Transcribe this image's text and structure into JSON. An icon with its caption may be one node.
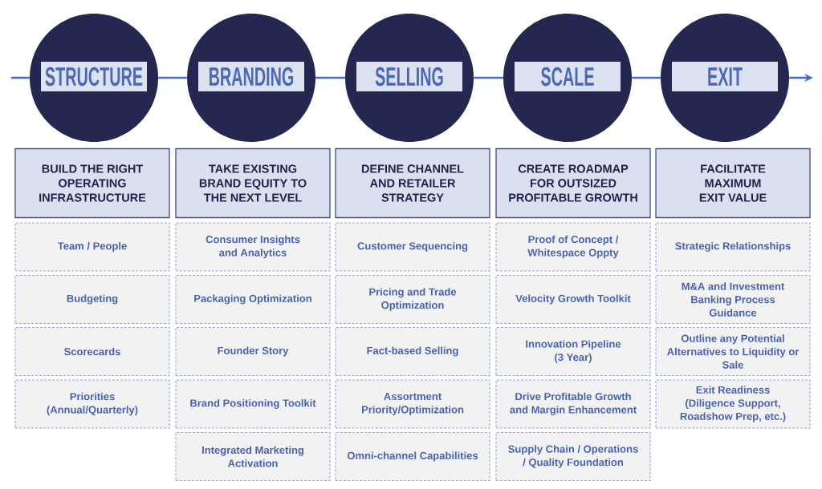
{
  "diagram": {
    "nodes": [
      {
        "text": [],
        "shape": "circle"
      },
      {
        "text": [
          "STRUCTURE"
        ],
        "in": 0
      },
      {
        "text": [],
        "shape": "circle"
      },
      {
        "text": [
          "BRANDING"
        ],
        "in": 2
      },
      {
        "text": [],
        "shape": "circle"
      },
      {
        "text": [
          "SELLING"
        ],
        "in": 4
      },
      {
        "text": [],
        "shape": "circle"
      },
      {
        "text": [
          "SCALE"
        ],
        "in": 6
      },
      {
        "text": [],
        "shape": "circle"
      },
      {
        "text": [
          "EXIT"
        ],
        "in": 8
      },
      {
        "text": [
          "BUILD THE RIGHT OPERATING INFRASTRUCTURE"
        ]
      },
      {
        "text": [
          "TAKE EXISTING BRAND EQUITY TO THE NEXT LEVEL"
        ]
      },
      {
        "text": [
          "DEFINE CHANNEL AND RETAILER STRATEGY"
        ]
      },
      {
        "text": [
          "CREATE ROADMAP FOR OUTSIZED PROFITABLE GROWTH"
        ]
      },
      {
        "text": [
          "FACILITATE MAXIMUM EXIT VALUE"
        ]
      },
      {
        "text": [
          "Team / People"
        ]
      },
      {
        "text": [
          "Consumer Insights and Analytics"
        ]
      },
      {
        "text": [
          "Customer Sequencing"
        ]
      },
      {
        "text": [
          "Proof of Concept / Whitespace Oppty"
        ]
      },
      {
        "text": [
          "Strategic Relationships"
        ]
      },
      {
        "text": [
          "Budgeting"
        ]
      },
      {
        "text": [
          "Packaging Optimization"
        ]
      },
      {
        "text": [
          "Pricing and Trade Optimization"
        ]
      },
      {
        "text": [
          "Velocity Growth Toolkit"
        ]
      },
      {
        "text": [
          "M&A and Investment Banking Process Guidance"
        ]
      },
      {
        "text": [
          "Scorecards"
        ]
      },
      {
        "text": [
          "Founder Story"
        ]
      },
      {
        "text": [
          "Fact-based Selling"
        ]
      },
      {
        "text": [
          "Innovation Pipeline (3 Year)"
        ]
      },
      {
        "text": [
          "Outline any Potential Alternatives to Liquidity or Sale"
        ]
      },
      {
        "text": [
          "Priorities (Annual/Quarterly)"
        ]
      },
      {
        "text": [
          "Brand Positioning Toolkit"
        ]
      },
      {
        "text": [
          "Assortment Priority/Optimization"
        ]
      },
      {
        "text": [
          "Drive Profitable Growth and Margin Enhancement"
        ]
      },
      {
        "text": [
          "Exit Readiness (Diligence Support, Roadshow Prep, etc.)"
        ]
      },
      {
        "text": [
          "Integrated Marketing Activation"
        ]
      },
      {
        "text": [
          "Omni-channel Capabilities"
        ]
      },
      {
        "text": [
          "Supply Chain / Operations / Quality Foundation"
        ]
      }
    ],
    "edges": [
      {
        "from": null,
        "to": 0,
        "arrow": "none"
      },
      {
        "from": 0,
        "to": 2,
        "arrow": "none"
      },
      {
        "from": 2,
        "to": 4,
        "arrow": "none"
      },
      {
        "from": 4,
        "to": 6,
        "arrow": "none"
      },
      {
        "from": 6,
        "to": 8,
        "arrow": "none"
      },
      {
        "from": 8,
        "to": null,
        "arrow": "to"
      }
    ]
  }
}
